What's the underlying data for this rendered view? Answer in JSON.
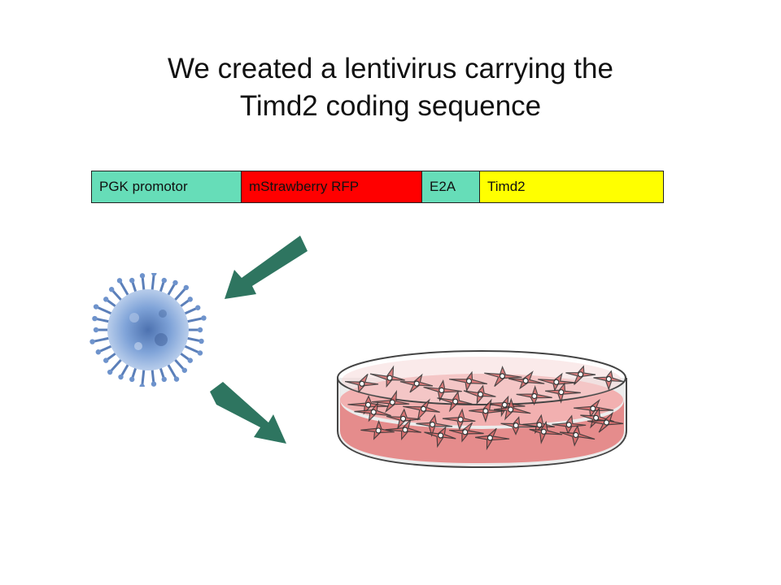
{
  "slide": {
    "title_line_1": "We created a lentivirus carrying the",
    "title_line_2": "Timd2 coding sequence"
  },
  "construct": {
    "segments": [
      {
        "label": "PGK promotor",
        "color": "#66DDB8"
      },
      {
        "label": "mStrawberry RFP",
        "color": "#FF0000"
      },
      {
        "label": "E2A",
        "color": "#66DDB8"
      },
      {
        "label": "Timd2",
        "color": "#FFFF00"
      }
    ]
  },
  "arrows": {
    "color": "#2E7560",
    "items": [
      {
        "icon": "arrow-down-left-icon"
      },
      {
        "icon": "arrow-down-right-icon"
      }
    ]
  },
  "images": {
    "virus": {
      "icon": "lentivirus-icon",
      "color": "#7FA3D8"
    },
    "dish": {
      "icon": "petri-dish-cells-icon",
      "color": "#E08A8A"
    }
  }
}
